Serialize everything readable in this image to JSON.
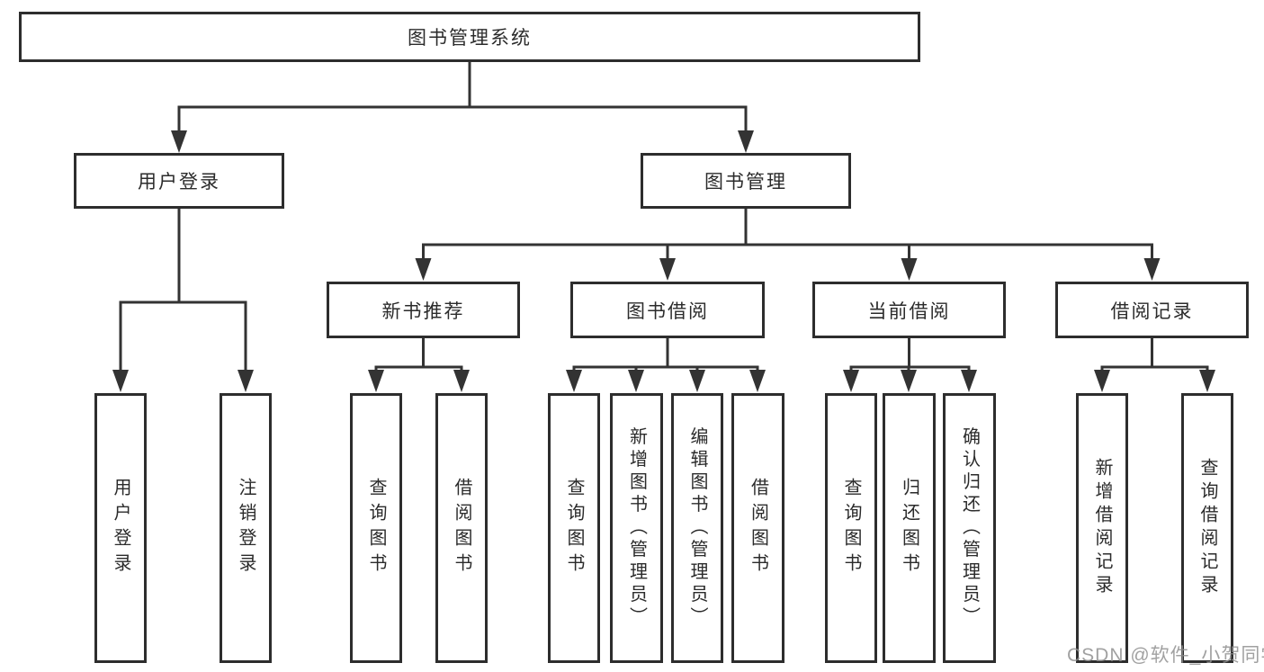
{
  "diagram": {
    "root": {
      "label": "图书管理系统"
    },
    "user_login": {
      "label": "用户登录",
      "children": [
        {
          "label": "用户登录"
        },
        {
          "label": "注销登录"
        }
      ]
    },
    "book_mgmt": {
      "label": "图书管理",
      "sections": [
        {
          "label": "新书推荐",
          "children": [
            {
              "label": "查询图书"
            },
            {
              "label": "借阅图书"
            }
          ]
        },
        {
          "label": "图书借阅",
          "children": [
            {
              "label": "查询图书"
            },
            {
              "label": "新增图书（管理员）"
            },
            {
              "label": "编辑图书（管理员）"
            },
            {
              "label": "借阅图书"
            }
          ]
        },
        {
          "label": "当前借阅",
          "children": [
            {
              "label": "查询图书"
            },
            {
              "label": "归还图书"
            },
            {
              "label": "确认归还（管理员）"
            }
          ]
        },
        {
          "label": "借阅记录",
          "children": [
            {
              "label": "新增借阅记录"
            },
            {
              "label": "查询借阅记录"
            }
          ]
        }
      ]
    }
  },
  "watermark": {
    "text": "CSDN @软件_小贺同学"
  },
  "colors": {
    "line": "#333333",
    "box_border": "#2d2d2d",
    "text": "#2b2b2b",
    "watermark": "#919191",
    "background": "#ffffff"
  }
}
